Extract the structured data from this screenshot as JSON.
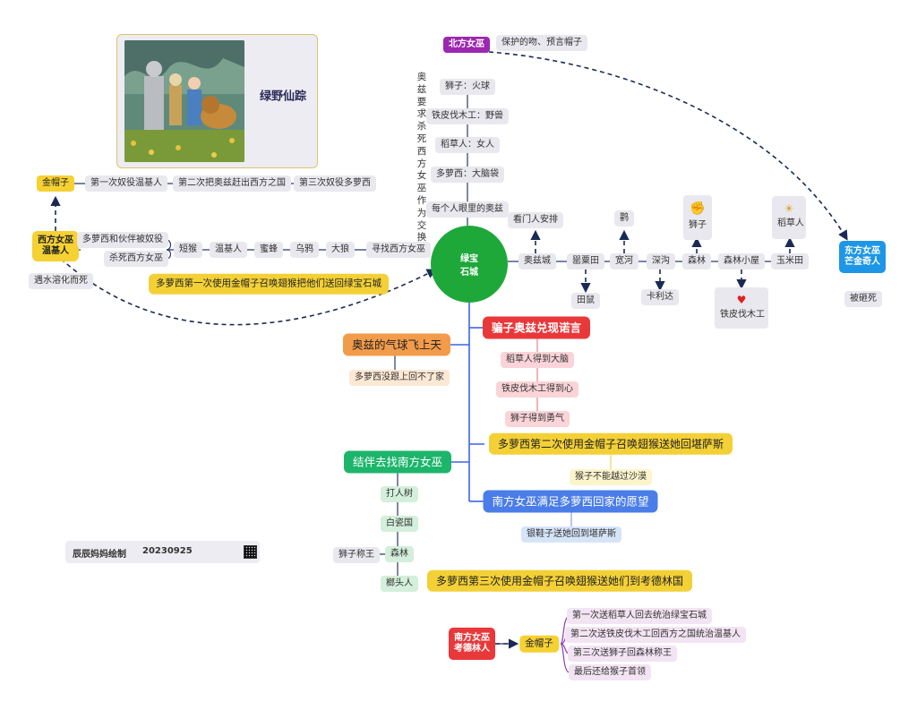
{
  "title": "绿野仙踪",
  "footer": {
    "author": "辰辰妈妈绘制",
    "date": "20230925"
  },
  "center": "绿宝\n石城",
  "oz_vertical": "奥兹要求杀死西方女巫作为交换",
  "north": {
    "name": "北方女巫",
    "desc": "保护的吻、预言帽子"
  },
  "oz_views": {
    "v1": "狮子：火球",
    "v2": "铁皮伐木工：野兽",
    "v3": "稻草人：女人",
    "v4": "多萝西：大脑袋",
    "root": "每个人眼里的奥兹"
  },
  "west": {
    "name": "西方女巫\n温基人",
    "golden_cap": "金帽子",
    "cap_steps": [
      "第一次奴役温基人",
      "第二次把奥兹赶出西方之国",
      "第三次奴役多萝西"
    ],
    "enslave": "多萝西和伙伴被奴役",
    "kill": "杀死西方女巫",
    "death": "遇水溶化而死",
    "path": [
      "短猴",
      "温基人",
      "蜜蜂",
      "乌鸦",
      "大狼",
      "寻找西方女巫"
    ],
    "first_use": "多萝西第一次使用金帽子召唤翅猴把他们送回绿宝石城"
  },
  "east": {
    "name": "东方女巫\n芒金奇人",
    "death": "被砸死",
    "route": [
      "奥兹城",
      "罂粟田",
      "宽河",
      "深沟",
      "森林",
      "森林小屋",
      "玉米田"
    ],
    "guard": "看门人安排",
    "stork": "鹳",
    "mouse": "田鼠",
    "kalidah": "卡利达",
    "lion": "狮子",
    "woodman": "铁皮伐木工",
    "scarecrow": "稻草人"
  },
  "oz_lie": {
    "title": "骗子奥兹兑现诺言",
    "items": [
      "稻草人得到大脑",
      "铁皮伐木工得到心",
      "狮子得到勇气"
    ]
  },
  "balloon": {
    "title": "奥兹的气球飞上天",
    "note": "多萝西没跟上回不了家"
  },
  "second_use": {
    "title": "多萝西第二次使用金帽子召唤翅猴送她回堪萨斯",
    "note": "猴子不能越过沙漠"
  },
  "south_journey": {
    "title": "结伴去找南方女巫",
    "items": [
      "打人树",
      "白瓷国",
      "森林",
      "榔头人"
    ],
    "lion_king": "狮子称王"
  },
  "south_wish": {
    "title": "南方女巫满足多萝西回家的愿望",
    "note": "银鞋子送她回到堪萨斯"
  },
  "third_use": "多萝西第三次使用金帽子召唤翅猴送她们到考德林国",
  "south": {
    "name": "南方女巫\n考德林人",
    "golden_cap": "金帽子",
    "sends": [
      "第一次送稻草人回去统治绿宝石城",
      "第二次送铁皮伐木工回西方之国统治温基人",
      "第三次送狮子回森林称王",
      "最后还给猴子首领"
    ]
  },
  "colors": {
    "trunk": "#3a64e8",
    "center": "#1fa83a",
    "south_line": "#8e3db8",
    "dash": "#1a2a55"
  }
}
